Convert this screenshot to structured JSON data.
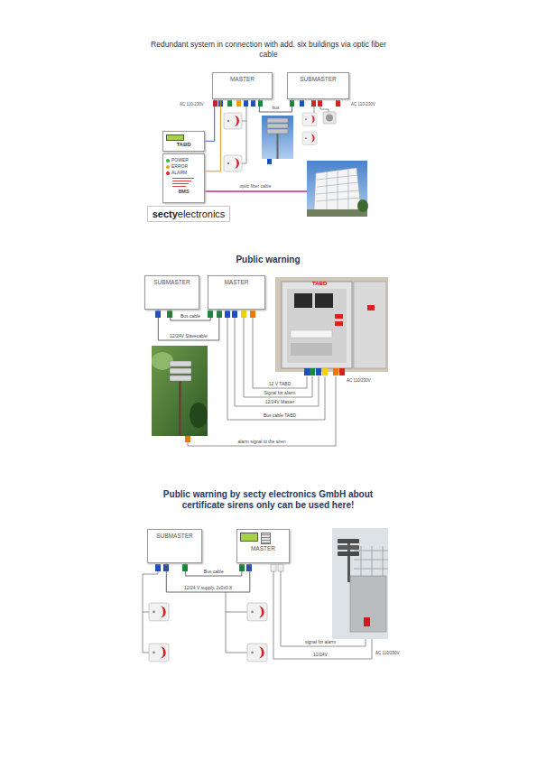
{
  "diagram": {
    "title": "Redundant system in connection with add. six buildings via optic fiber cable",
    "nodes": [
      {
        "text": [
          "MASTER"
        ]
      },
      {
        "text": [
          "SUBMASTER"
        ]
      },
      {
        "text": [
          "TABD"
        ]
      },
      {
        "text": [
          "POWER",
          "ERROR",
          "ALARM",
          "BMS"
        ]
      },
      {
        "text": [
          "SUBMASTER"
        ]
      },
      {
        "text": [
          "MASTER"
        ]
      },
      {
        "text": [
          "SUBMASTER"
        ]
      },
      {
        "text": [
          "MASTER"
        ]
      }
    ],
    "edges": [
      {
        "from": 0,
        "to": 1,
        "label": "bus",
        "arrow": "none"
      },
      {
        "from": 2,
        "to": 0,
        "arrow": "none"
      },
      {
        "from": 3,
        "to": 0,
        "arrow": "none"
      },
      {
        "from": 5,
        "to": 4,
        "label": "Bus cable",
        "arrow": "none"
      },
      {
        "from": 5,
        "to": 4,
        "label": "12/24V Slavecable",
        "arrow": "none"
      },
      {
        "from": 7,
        "to": 6,
        "label": "Bus cable",
        "arrow": "none"
      },
      {
        "from": 7,
        "to": 6,
        "label": "12/24 V supply, 2x2x0.8",
        "arrow": "none"
      }
    ],
    "labels": [
      "AC 110-230V",
      "AC 110-230V",
      "optic fiber cable",
      "secty",
      "electronics",
      "Public warning",
      "TABD",
      "12 V TABD",
      "Signal for alarm",
      "12/24V Master",
      "Bus cable TABD",
      "alarm signal to the siren",
      "AC 110/230V",
      "Public warning by secty electronics GmbH about certificate sirens only can be used here!",
      "12/24V",
      "signal for alarm",
      "AC 110/230V"
    ]
  }
}
